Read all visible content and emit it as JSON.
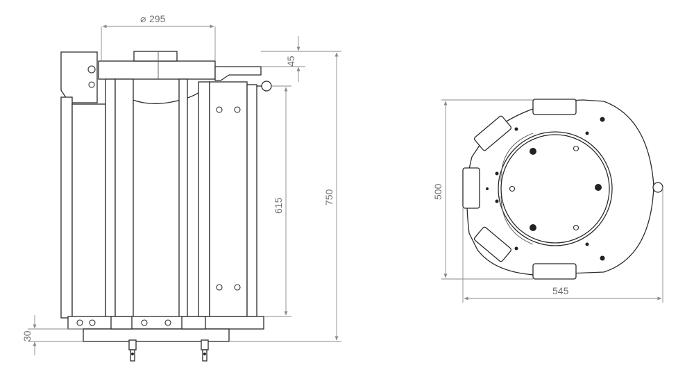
{
  "dimensions": {
    "diameter": "295",
    "diameter_symbol": "⌀",
    "top_plate": "45",
    "inner_height": "615",
    "total_height": "750",
    "base": "30",
    "top_view_height": "500",
    "top_view_width": "545"
  },
  "colors": {
    "line": "#2a2a2a",
    "dimension": "#8a8a8a",
    "dimension_text": "#6f6f6f"
  }
}
